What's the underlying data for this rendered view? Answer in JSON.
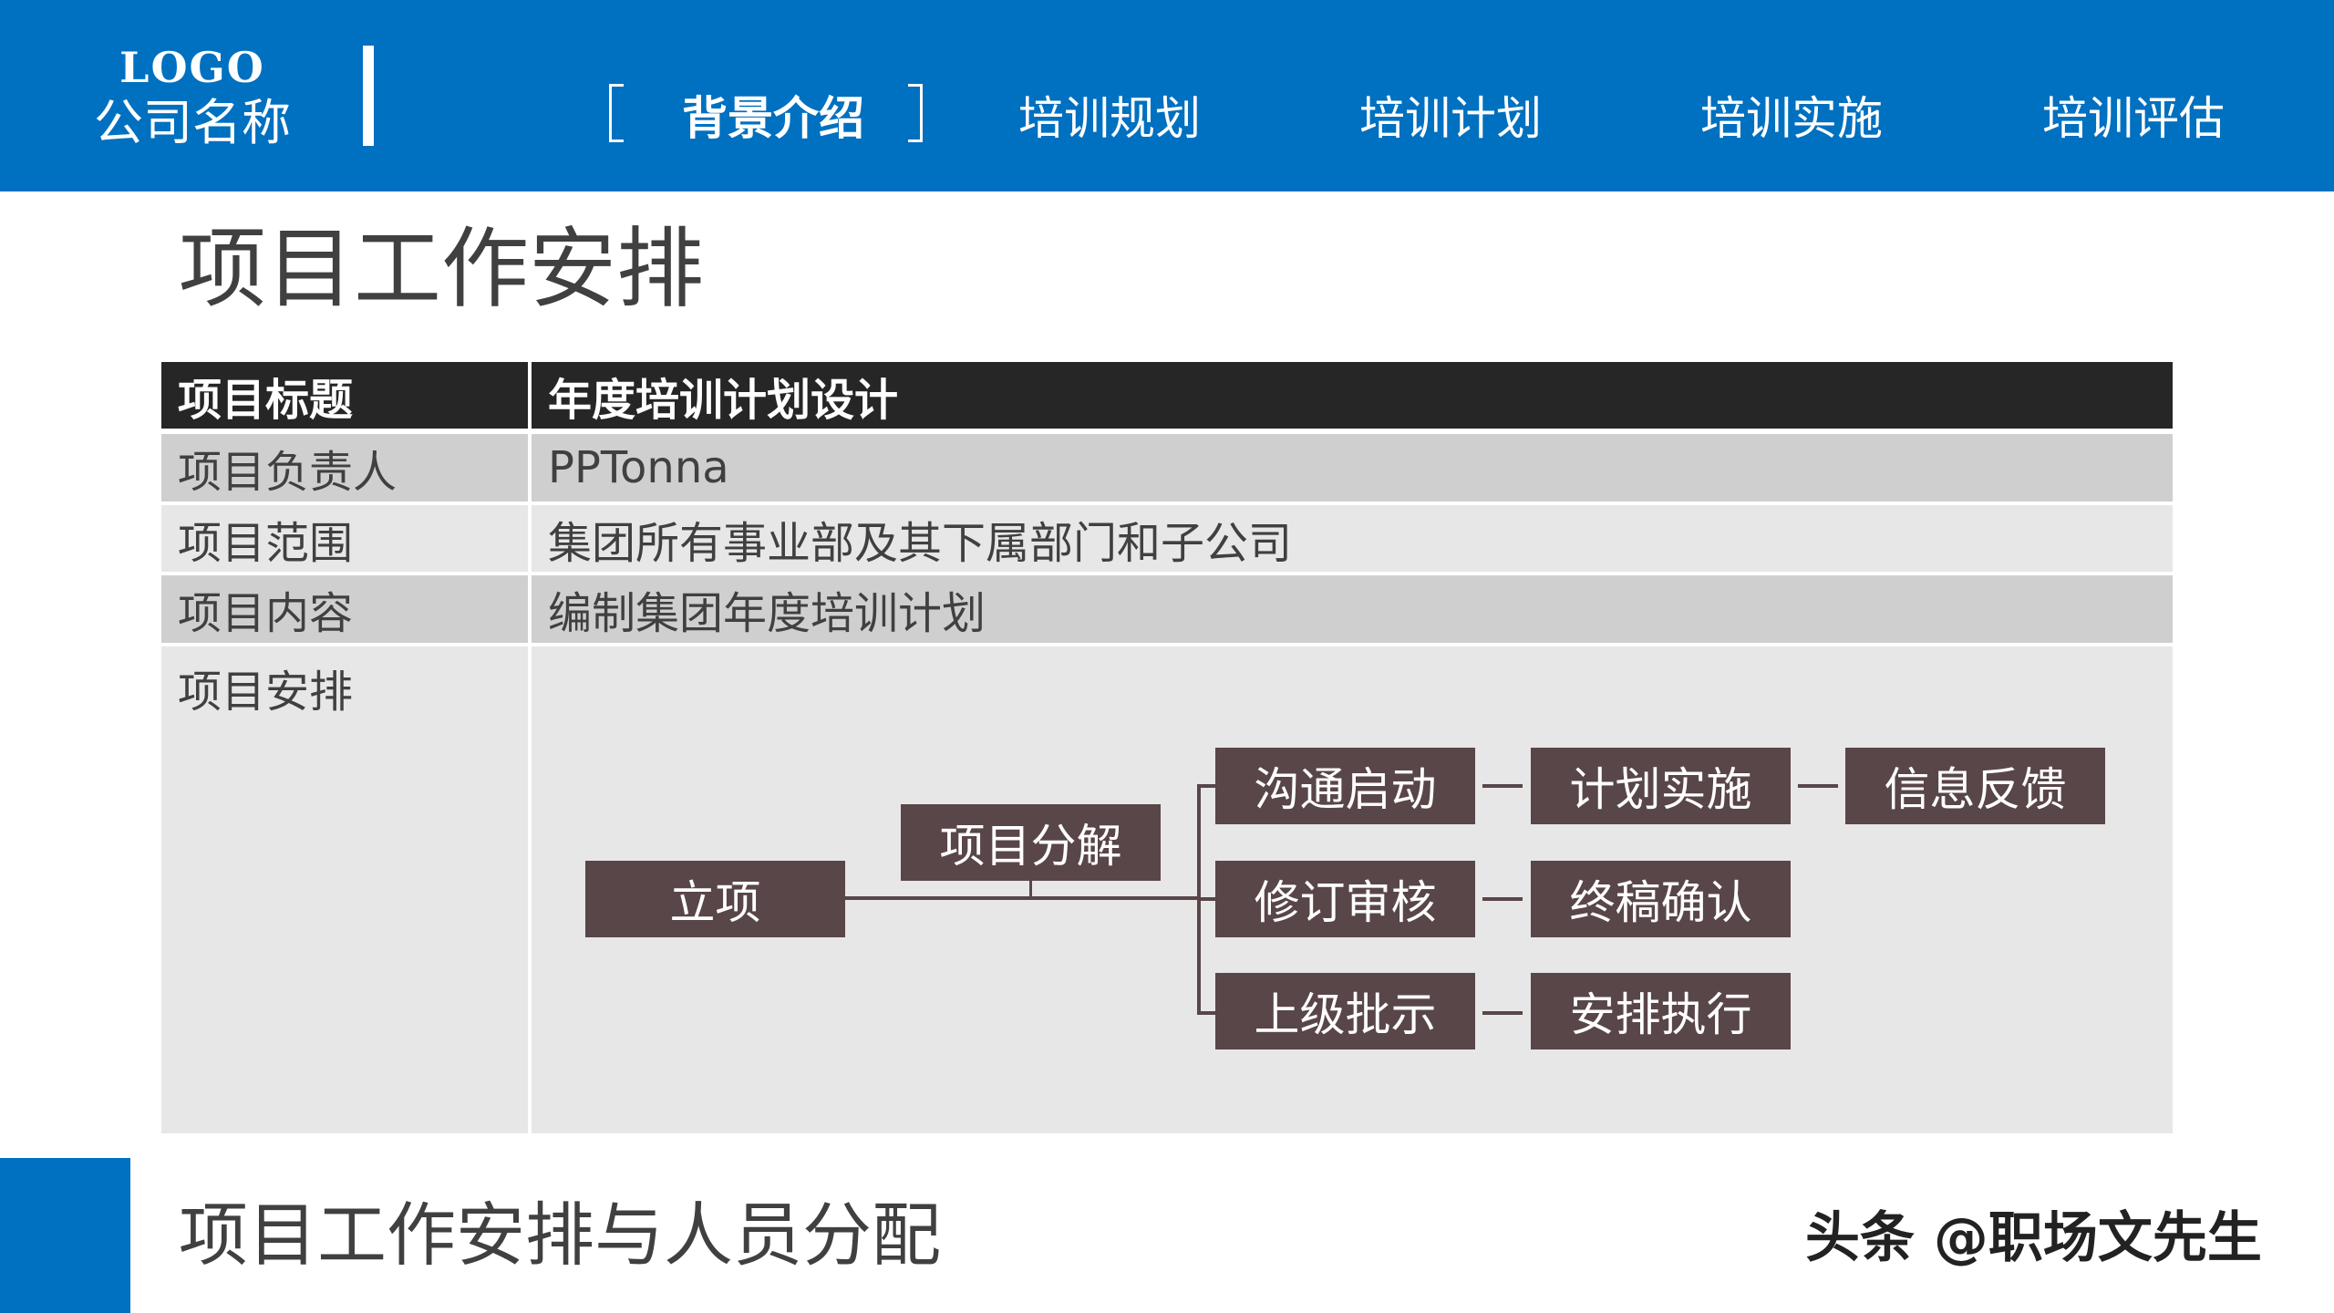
{
  "header": {
    "logo": "LOGO",
    "company_name": "公司名称",
    "nav": [
      {
        "label": "背景介绍",
        "active": true
      },
      {
        "label": "培训规划",
        "active": false
      },
      {
        "label": "培训计划",
        "active": false
      },
      {
        "label": "培训实施",
        "active": false
      },
      {
        "label": "培训评估",
        "active": false
      }
    ]
  },
  "page_title": "项目工作安排",
  "table": {
    "header": {
      "label": "项目标题",
      "value": "年度培训计划设计"
    },
    "rows": [
      {
        "label": "项目负责人",
        "value": "PPTonna"
      },
      {
        "label": "项目范围",
        "value": "集团所有事业部及其下属部门和子公司"
      },
      {
        "label": "项目内容",
        "value": "编制集团年度培训计划"
      },
      {
        "label": "项目安排",
        "value": ""
      }
    ]
  },
  "flow": {
    "start": "立项",
    "decompose": "项目分解",
    "branches": [
      [
        "沟通启动",
        "计划实施",
        "信息反馈"
      ],
      [
        "修订审核",
        "终稿确认"
      ],
      [
        "上级批示",
        "安排执行"
      ]
    ]
  },
  "footer": {
    "subtitle": "项目工作安排与人员分配",
    "watermark": "头条 @职场文先生"
  },
  "colors": {
    "brand_blue": "#0070C0",
    "table_header": "#262626",
    "row_dark": "#CFCFCF",
    "row_light": "#E7E7E7",
    "flow_box": "#594649"
  }
}
